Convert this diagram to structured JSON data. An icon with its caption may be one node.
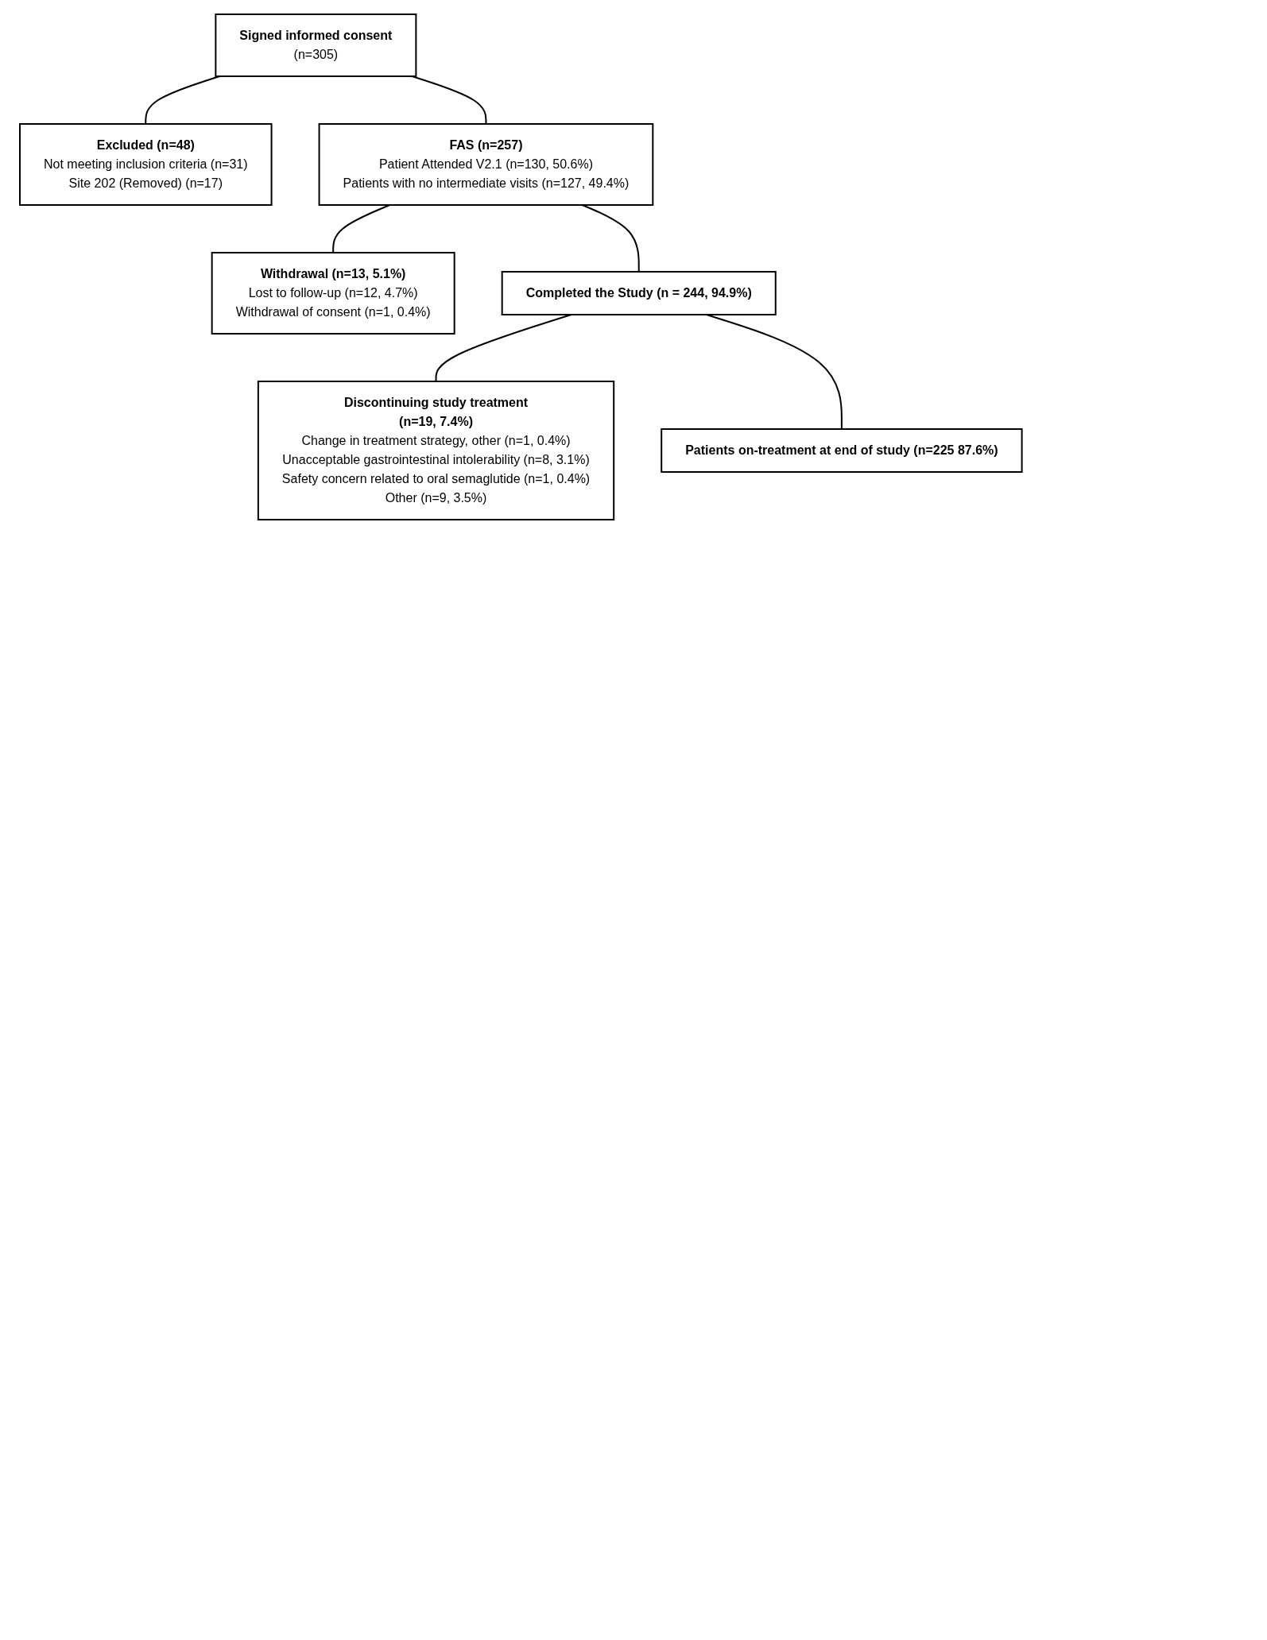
{
  "diagram": {
    "nodes": [
      {
        "text": [
          "Signed informed consent",
          "(n=305)"
        ]
      },
      {
        "text": [
          "Excluded (n=48)",
          "Not meeting inclusion criteria (n=31)",
          "Site 202 (Removed) (n=17)"
        ]
      },
      {
        "text": [
          "FAS (n=257)",
          "Patient Attended V2.1 (n=130, 50.6%)",
          "Patients with no intermediate visits (n=127, 49.4%)"
        ]
      },
      {
        "text": [
          "Withdrawal (n=13, 5.1%)",
          "Lost to follow-up (n=12, 4.7%)",
          "Withdrawal of consent (n=1, 0.4%)"
        ]
      },
      {
        "text": [
          "Completed the Study (n = 244, 94.9%)"
        ]
      },
      {
        "text": [
          "Discontinuing study treatment",
          "(n=19, 7.4%)",
          "Change in treatment strategy, other (n=1, 0.4%)",
          "Unacceptable gastrointestinal intolerability (n=8, 3.1%)",
          "Safety concern related to oral semaglutide (n=1, 0.4%)",
          "Other (n=9, 3.5%)"
        ]
      },
      {
        "text": [
          "Patients on-treatment at end of study (n=225 87.6%)"
        ]
      }
    ],
    "edges": [
      {
        "from": 0,
        "to": 1,
        "arrow": "none"
      },
      {
        "from": 0,
        "to": 2,
        "arrow": "none"
      },
      {
        "from": 2,
        "to": 3,
        "arrow": "none"
      },
      {
        "from": 2,
        "to": 4,
        "arrow": "none"
      },
      {
        "from": 4,
        "to": 5,
        "arrow": "none"
      },
      {
        "from": 4,
        "to": 6,
        "arrow": "none"
      }
    ]
  }
}
